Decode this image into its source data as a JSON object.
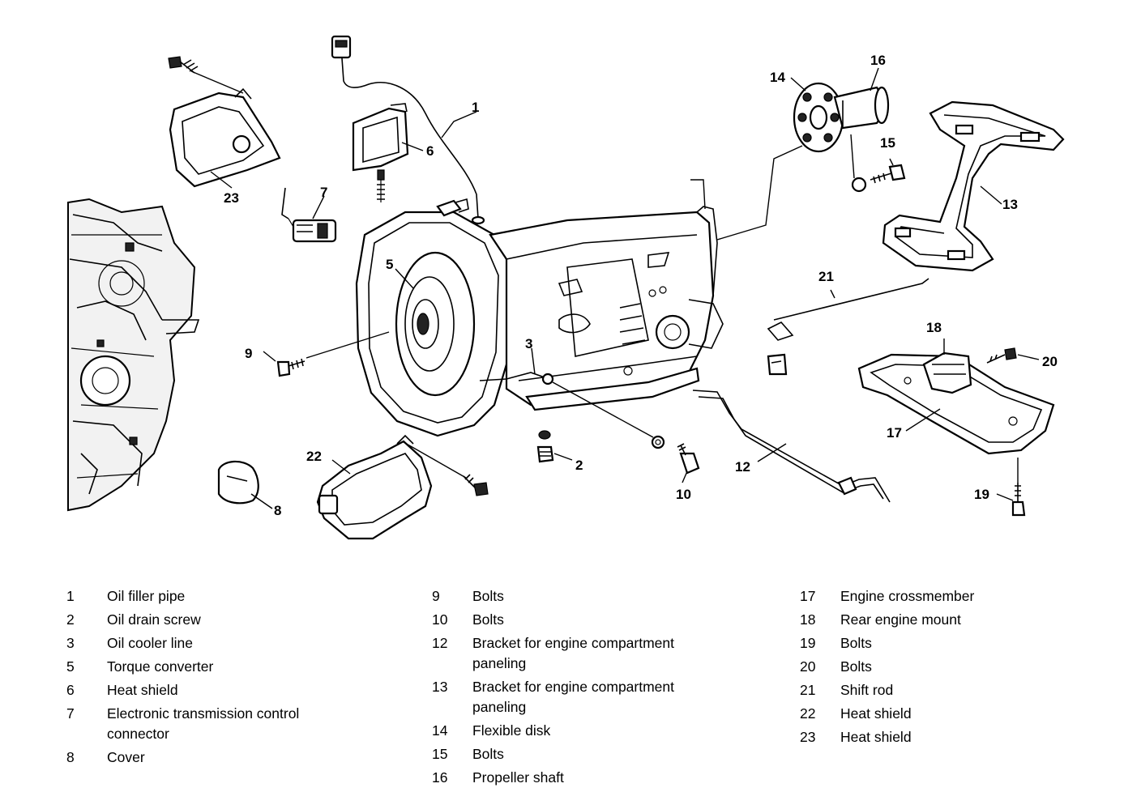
{
  "callouts": [
    "1",
    "2",
    "3",
    "5",
    "6",
    "7",
    "8",
    "9",
    "10",
    "12",
    "13",
    "14",
    "15",
    "16",
    "17",
    "18",
    "19",
    "20",
    "21",
    "22",
    "23"
  ],
  "legend": [
    [
      {
        "num": "1",
        "label": "Oil filler pipe"
      },
      {
        "num": "2",
        "label": "Oil drain screw"
      },
      {
        "num": "3",
        "label": "Oil cooler line"
      },
      {
        "num": "5",
        "label": "Torque converter"
      },
      {
        "num": "6",
        "label": "Heat shield"
      },
      {
        "num": "7",
        "label": "Electronic transmission control\nconnector"
      },
      {
        "num": "8",
        "label": "Cover"
      }
    ],
    [
      {
        "num": "9",
        "label": "Bolts"
      },
      {
        "num": "10",
        "label": "Bolts"
      },
      {
        "num": "12",
        "label": "Bracket for engine compartment\npaneling"
      },
      {
        "num": "13",
        "label": "Bracket for engine compartment\npaneling"
      },
      {
        "num": "14",
        "label": "Flexible disk"
      },
      {
        "num": "15",
        "label": "Bolts"
      },
      {
        "num": "16",
        "label": "Propeller shaft"
      }
    ],
    [
      {
        "num": "17",
        "label": "Engine crossmember"
      },
      {
        "num": "18",
        "label": "Rear engine mount"
      },
      {
        "num": "19",
        "label": "Bolts"
      },
      {
        "num": "20",
        "label": "Bolts"
      },
      {
        "num": "21",
        "label": "Shift rod"
      },
      {
        "num": "22",
        "label": "Heat shield"
      },
      {
        "num": "23",
        "label": "Heat shield"
      }
    ]
  ]
}
